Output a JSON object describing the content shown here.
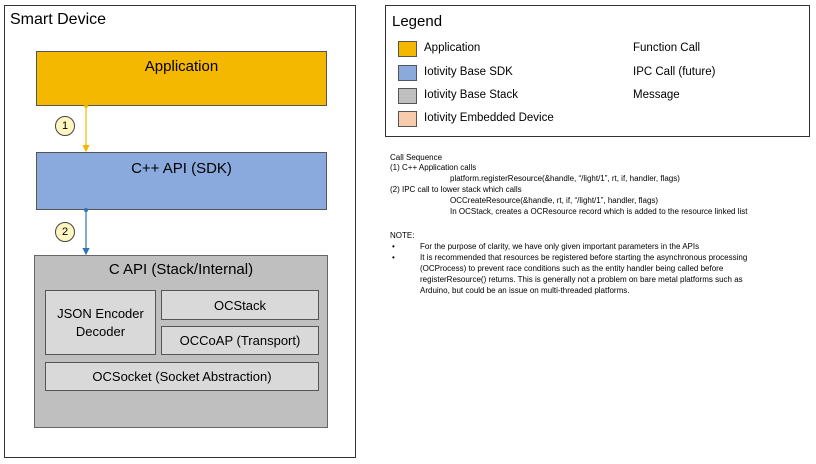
{
  "device": {
    "title": "Smart Device",
    "application": "Application",
    "sdk": "C++ API (SDK)",
    "stack": {
      "title": "C API (Stack/Internal)",
      "json_line1": "JSON Encoder",
      "json_line2": "Decoder",
      "ocstack": "OCStack",
      "occoap": "OCCoAP (Transport)",
      "ocsocket": "OCSocket (Socket Abstraction)"
    },
    "step1": "1",
    "step2": "2"
  },
  "legend": {
    "title": "Legend",
    "items": [
      {
        "label": "Application",
        "color": "#f5b800"
      },
      {
        "label": "Iotivity Base SDK",
        "color": "#8aa9dc"
      },
      {
        "label": "Iotivity Base Stack",
        "color": "#bfbfbf"
      },
      {
        "label": "Iotivity Embedded Device",
        "color": "#f8cbad"
      }
    ],
    "lines": [
      {
        "label": "Function Call",
        "color": "#f5b800"
      },
      {
        "label": "IPC Call (future)",
        "color": "#2e75b6"
      },
      {
        "label": "Message",
        "color": "#c00000"
      }
    ]
  },
  "notes": {
    "heading": "Call Sequence",
    "l1": "(1) C++ Application calls",
    "l2": "platform.registerResource(&handle, “/light/1”, rt, if, handler, flags)",
    "l3": "(2) IPC call to lower stack which calls",
    "l4": "OCCreateResource(&handle, rt, if, “/light/1”, handler, flags)",
    "l5": "In OCStack, creates a OCResource record which is added to the resource linked list",
    "note_heading": "NOTE:",
    "bullet": "•",
    "n1": "For the purpose of clarity, we have only given important parameters in the APIs",
    "n2a": "It is recommended that resources be registered before starting the asynchronous processing",
    "n2b": "(OCProcess) to prevent race conditions such as the entity handler being called before",
    "n2c": "registerResource() returns. This is generally not a problem on bare metal platforms such as",
    "n2d": "Arduino, but could be an issue on multi-threaded platforms."
  }
}
